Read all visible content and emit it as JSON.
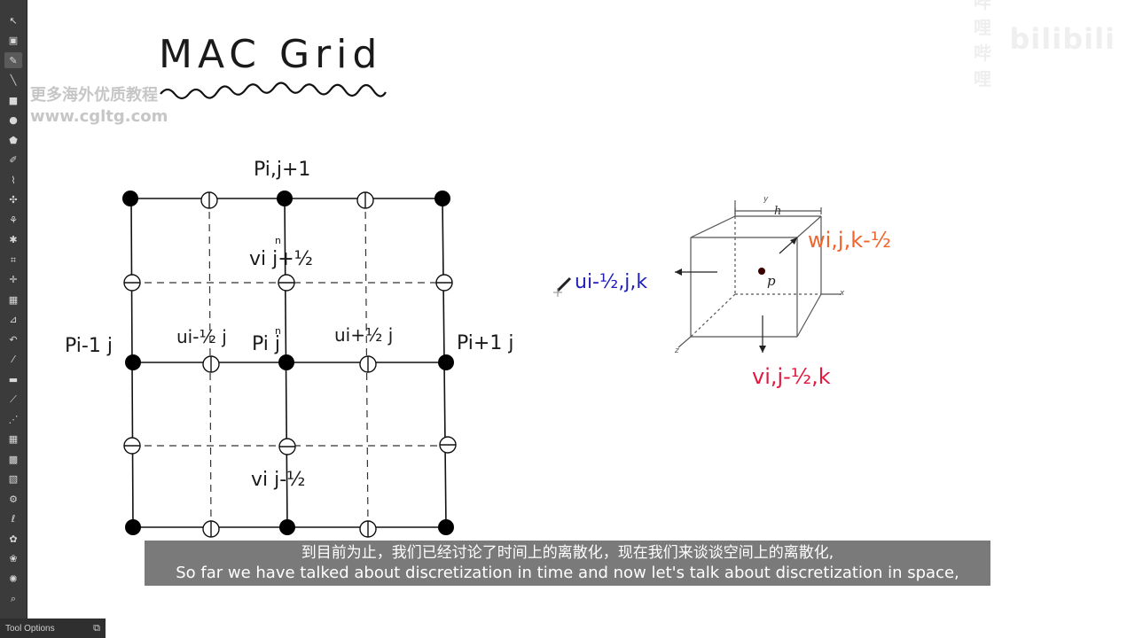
{
  "app": {
    "tool_options_label": "Tool Options"
  },
  "toolbar": {
    "tools": [
      {
        "name": "cursor-tool",
        "icon": "arrow-cursor-icon",
        "glyph": "↖"
      },
      {
        "name": "select-tool",
        "icon": "select-tool-icon",
        "glyph": "▣"
      },
      {
        "name": "brush-tool",
        "icon": "brush-icon",
        "glyph": "✎",
        "active": true
      },
      {
        "name": "line-tool",
        "icon": "line-icon",
        "glyph": "╲"
      },
      {
        "name": "rectangle-tool",
        "icon": "rectangle-icon",
        "glyph": "■"
      },
      {
        "name": "ellipse-tool",
        "icon": "ellipse-icon",
        "glyph": "●"
      },
      {
        "name": "polygon-tool",
        "icon": "polygon-icon",
        "glyph": "⬟"
      },
      {
        "name": "path-tool",
        "icon": "path-icon",
        "glyph": "✐"
      },
      {
        "name": "freehand-tool",
        "icon": "freehand-icon",
        "glyph": "⌇"
      },
      {
        "name": "multibrush-tool",
        "icon": "multibrush-icon",
        "glyph": "✣"
      },
      {
        "name": "smart-patch-tool",
        "icon": "smart-patch-icon",
        "glyph": "⚘"
      },
      {
        "name": "star-tool",
        "icon": "star-icon",
        "glyph": "✱"
      },
      {
        "name": "crop-tool",
        "icon": "crop-icon",
        "glyph": "⌗"
      },
      {
        "name": "move-tool",
        "icon": "move-icon",
        "glyph": "✛"
      },
      {
        "name": "transform-tool",
        "icon": "transform-icon",
        "glyph": "▦"
      },
      {
        "name": "measure-tool",
        "icon": "measure-icon",
        "glyph": "⊿"
      },
      {
        "name": "undo-tool",
        "icon": "undo-icon",
        "glyph": "↶"
      },
      {
        "name": "eyedropper-tool",
        "icon": "eyedropper-icon",
        "glyph": "⁄"
      },
      {
        "name": "gradient-tool",
        "icon": "gradient-icon",
        "glyph": "▬"
      },
      {
        "name": "straight-line-tool",
        "icon": "straight-line-icon",
        "glyph": "⟋"
      },
      {
        "name": "assistant-tool",
        "icon": "assistant-icon",
        "glyph": "⋰"
      },
      {
        "name": "grid-tool",
        "icon": "grid-icon",
        "glyph": "▦"
      },
      {
        "name": "fill-tool",
        "icon": "fill-icon",
        "glyph": "▩"
      },
      {
        "name": "pattern-tool",
        "icon": "pattern-icon",
        "glyph": "▧"
      },
      {
        "name": "contiguous-select-tool",
        "icon": "contiguous-select-icon",
        "glyph": "⚙"
      },
      {
        "name": "lasso-tool",
        "icon": "lasso-icon",
        "glyph": "ℓ"
      },
      {
        "name": "similar-select-tool",
        "icon": "similar-select-icon",
        "glyph": "✿"
      },
      {
        "name": "bezier-select-tool",
        "icon": "bezier-select-icon",
        "glyph": "❀"
      },
      {
        "name": "magnetic-select-tool",
        "icon": "magnetic-select-icon",
        "glyph": "✺"
      },
      {
        "name": "zoom-tool",
        "icon": "zoom-icon",
        "glyph": "⌕"
      }
    ]
  },
  "watermark": {
    "line1": "更多海外优质教程",
    "line2": "www.cgltg.com"
  },
  "logo": {
    "small": "哔哩哔哩",
    "big": "bilibili"
  },
  "drawing": {
    "title": "MAC Grid",
    "grid_labels": {
      "p_top": "Pi,j+1",
      "p_left": "Pi-1 j",
      "p_center": "Pi j",
      "p_right": "Pi+1 j",
      "v_top": "vi j+½",
      "v_bottom": "vi j-½",
      "u_left": "ui-½ j",
      "u_right": "ui+½ j",
      "superscript_n": "n"
    },
    "cube_labels": {
      "axis_x": "x",
      "axis_y": "y",
      "axis_z": "z",
      "h": "h",
      "p": "p",
      "u_face": "ui-½,j,k",
      "w_face": "wi,j,k-½",
      "v_face": "vi,j-½,k"
    },
    "colors": {
      "u_label": "#1f1fb8",
      "w_label": "#f0632a",
      "v_label": "#e01a3f",
      "grid_stroke": "#111111"
    }
  },
  "subtitle": {
    "chinese": "到目前为止，我们已经讨论了时间上的离散化，现在我们来谈谈空间上的离散化,",
    "english": "So far we have talked about discretization in time and now let's talk about discretization in space,"
  }
}
